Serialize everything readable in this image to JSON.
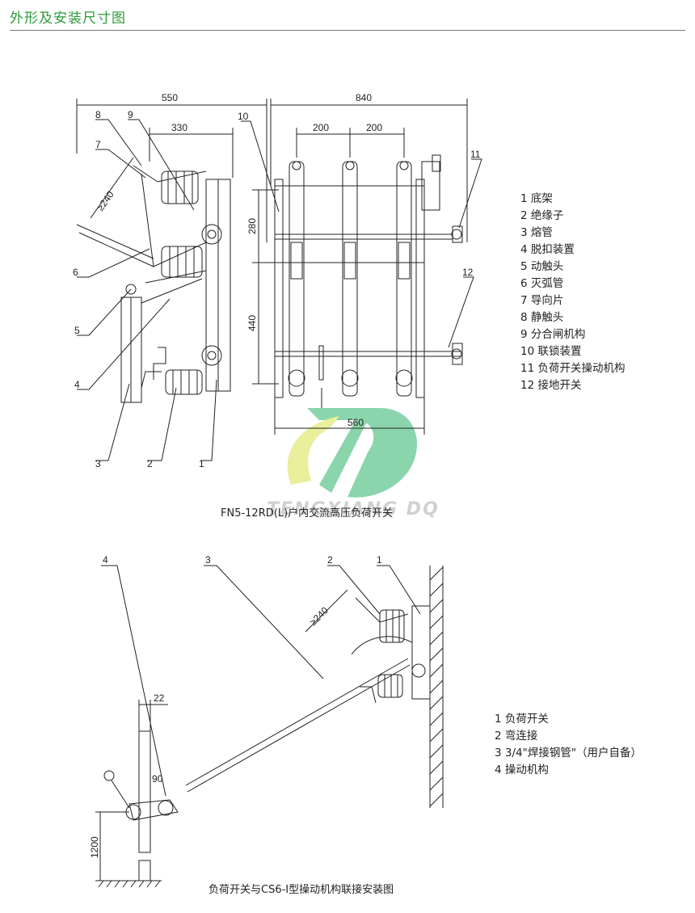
{
  "header": {
    "title": "外形及安装尺寸图"
  },
  "figure1": {
    "dimensions": {
      "d550": "550",
      "d330": "330",
      "d840": "840",
      "d200a": "200",
      "d200b": "200",
      "d280": "280",
      "d440": "440",
      "d560": "560",
      "d240": "≥240"
    },
    "callouts": [
      "1",
      "2",
      "3",
      "4",
      "5",
      "6",
      "7",
      "8",
      "9",
      "10",
      "11",
      "12"
    ],
    "legend": [
      "1 底架",
      "2 绝缘子",
      "3 熔管",
      "4 脱扣装置",
      "5 动触头",
      "6 灭弧管",
      "7 导向片",
      "8 静触头",
      "9 分合闸机构",
      "10 联锁装置",
      "11 负荷开关操动机构",
      "12 接地开关"
    ],
    "caption": "FN5-12RD(L)户内交流高压负荷开关"
  },
  "figure2": {
    "dimensions": {
      "d22": "22",
      "d90": "90",
      "d1200": "1200",
      "d240": "≥240"
    },
    "callouts": [
      "1",
      "2",
      "3",
      "4"
    ],
    "legend": [
      "1 负荷开关",
      "2 弯连接",
      "3 3/4\"焊接钢管\"（用户自备）",
      "4 操动机构"
    ],
    "caption": "负荷开关与CS6-Ⅰ型操动机构联接安装图"
  },
  "watermark": {
    "text": "TENGXIANG DQ"
  },
  "colors": {
    "title": "#2e9a3a",
    "watermark_green": "#2bb36a",
    "watermark_yellow": "#d8e24a"
  }
}
